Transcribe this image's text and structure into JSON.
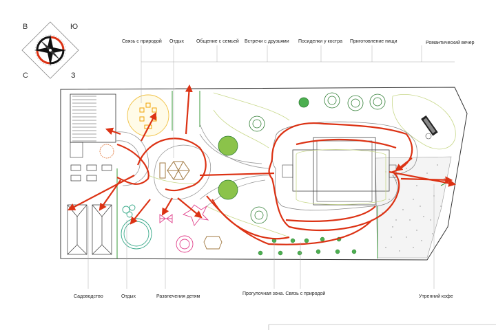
{
  "compass": {
    "top_left": "В",
    "top_right": "Ю",
    "bottom_left": "С",
    "bottom_right": "З"
  },
  "labels_top": [
    "Связь с природой",
    "Отдых",
    "Общение с семьей",
    "Встречи с друзьями",
    "Посиделки у костра",
    "Приготовление пищи",
    "Романтический вечер"
  ],
  "labels_bottom": [
    "Садоводство",
    "Отдых",
    "Развлечения детям",
    "Прогулочная зона. Связь с природой",
    "Утренний кофе"
  ],
  "colors": {
    "route": "#dc3214",
    "grass_line": "#c8d88a",
    "tree": "#2e7d32",
    "pink": "#e0408a",
    "orange": "#f0a000",
    "teal": "#3aaa8a",
    "outline": "#333333"
  }
}
